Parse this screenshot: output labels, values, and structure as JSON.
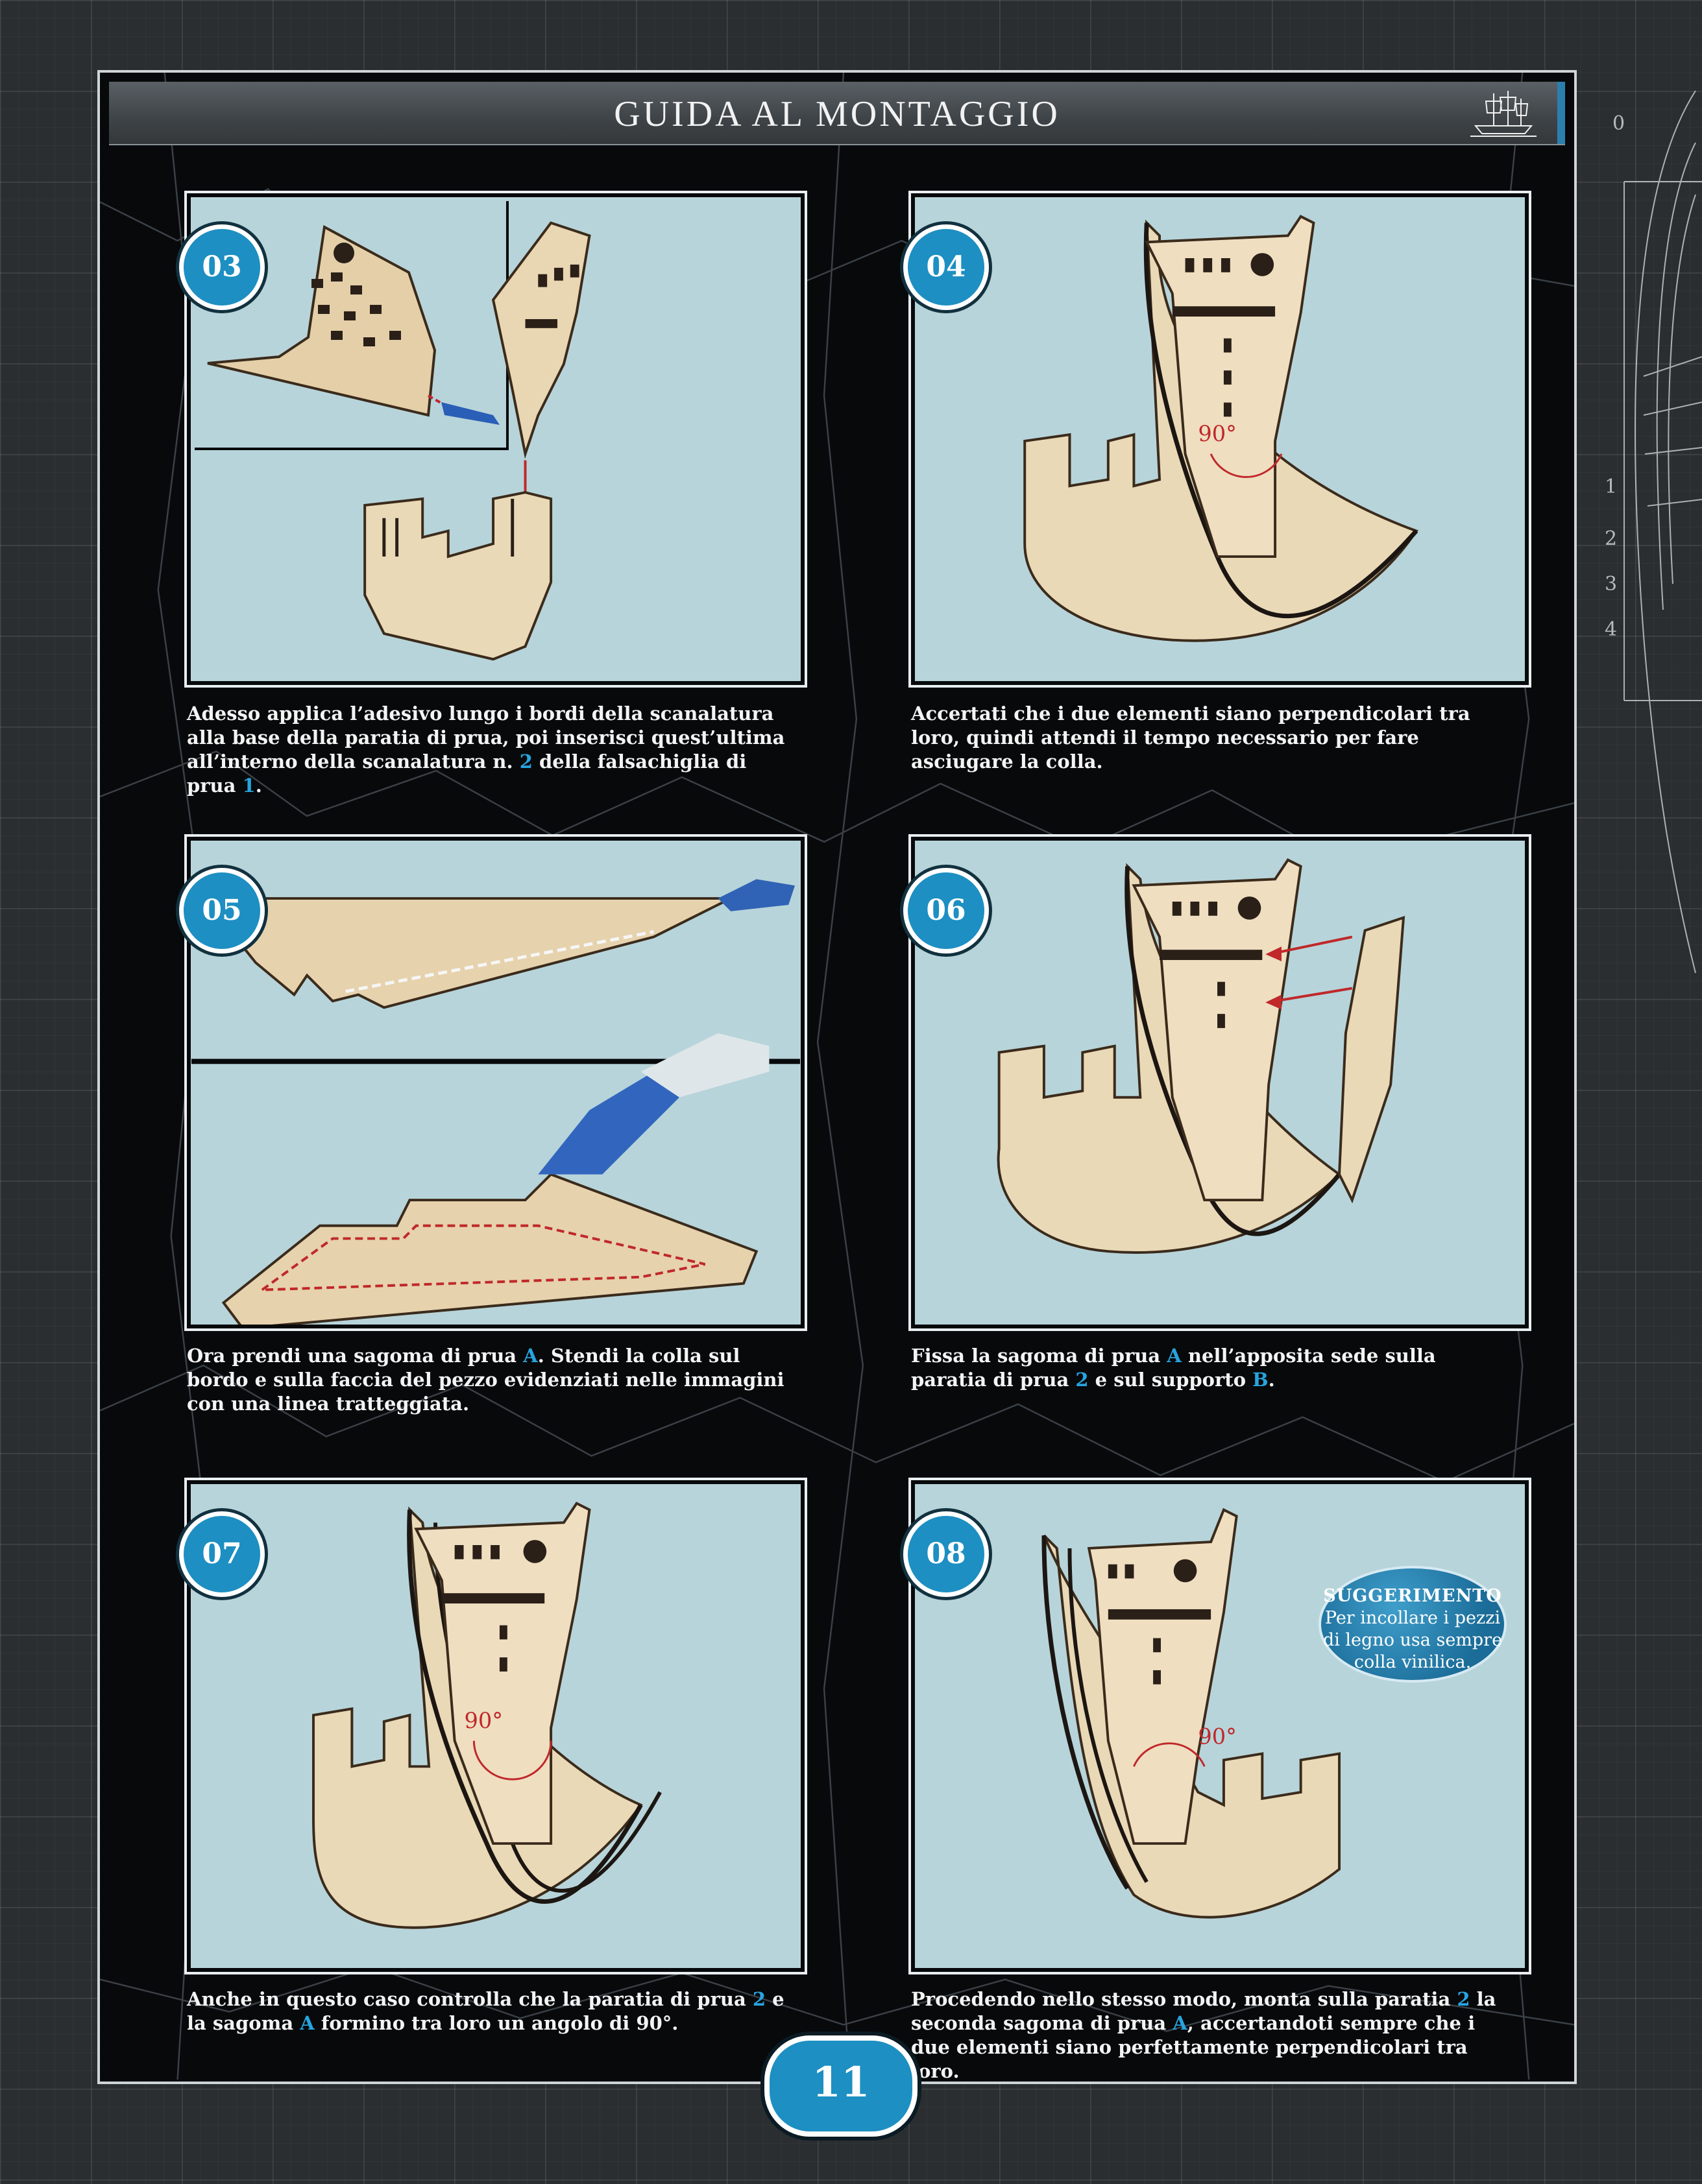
{
  "header": {
    "title": "GUIDA AL MONTAGGIO",
    "ship_icon": "ship-icon"
  },
  "steps": [
    {
      "number": "03",
      "caption_parts": [
        "Adesso applica l’adesivo lungo i bordi della scanalatura alla base della paratia di prua, poi inserisci quest’ultima all’interno della scanalatura n. ",
        "2",
        " della falsachiglia di prua ",
        "1",
        "."
      ]
    },
    {
      "number": "04",
      "caption_parts": [
        "Accertati che i due elementi siano perpendicolari tra loro, quindi attendi il tempo necessario per fare asciugare la colla."
      ],
      "angle": "90°"
    },
    {
      "number": "05",
      "caption_parts": [
        "Ora prendi una sagoma di prua ",
        "A",
        ". Stendi la colla sul bordo e sulla faccia del pezzo evidenziati nelle immagini con una linea tratteggiata."
      ]
    },
    {
      "number": "06",
      "caption_parts": [
        "Fissa la sagoma di prua ",
        "A",
        " nell’apposita sede sulla paratia di prua ",
        "2",
        " e sul supporto ",
        "B",
        "."
      ]
    },
    {
      "number": "07",
      "caption_parts": [
        "Anche in questo caso controlla che la paratia di prua ",
        "2",
        " e la sagoma ",
        "A",
        " formino tra loro un angolo di 90°."
      ],
      "angle": "90°"
    },
    {
      "number": "08",
      "caption_parts": [
        "Procedendo nello stesso modo, monta sulla paratia ",
        "2",
        " la seconda sagoma di prua ",
        "A",
        ", accertandoti sempre che i due elementi siano perfettamente perpendicolari tra loro."
      ],
      "angle": "90°"
    }
  ],
  "tip": {
    "title": "SUGGERIMENTO",
    "text": "Per incollare i pezzi di legno usa sempre colla vinilica."
  },
  "page_number": "11",
  "colors": {
    "accent": "#1d8fc2",
    "highlight": "#27a4de",
    "panel_bg": "#b7d4da",
    "angle_red": "#c0282a"
  }
}
